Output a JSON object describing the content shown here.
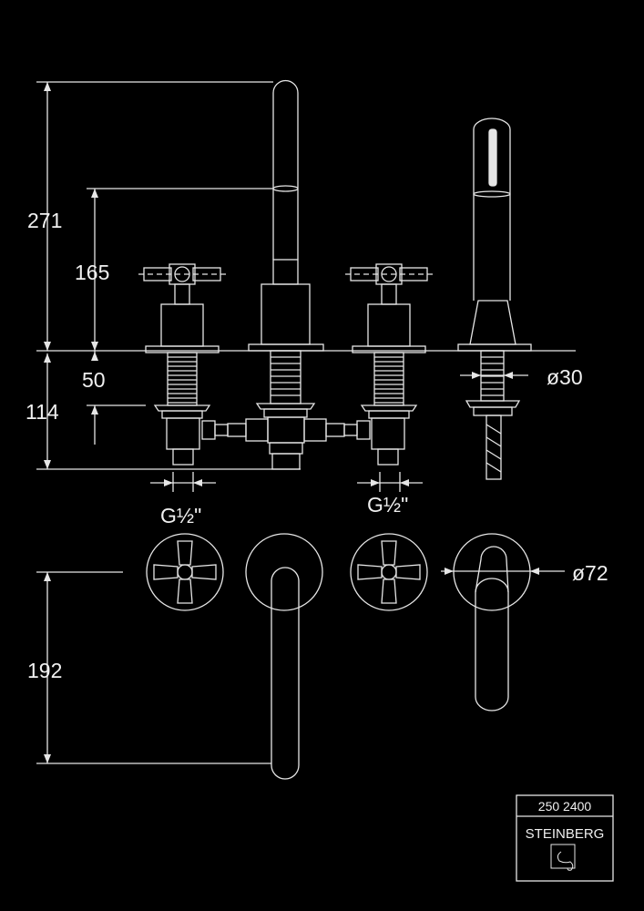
{
  "dimensions": {
    "total_height": "271",
    "spout_height": "165",
    "thread_depth": "50",
    "below_deck": "114",
    "shower_diameter": "ø30",
    "thread_left": "G½\"",
    "thread_right": "G½\"",
    "spout_reach": "192",
    "rosette_diameter": "ø72"
  },
  "title_block": {
    "article_number": "250 2400",
    "brand": "STEINBERG"
  },
  "colors": {
    "background": "#000000",
    "line": "#e6e6e6"
  }
}
